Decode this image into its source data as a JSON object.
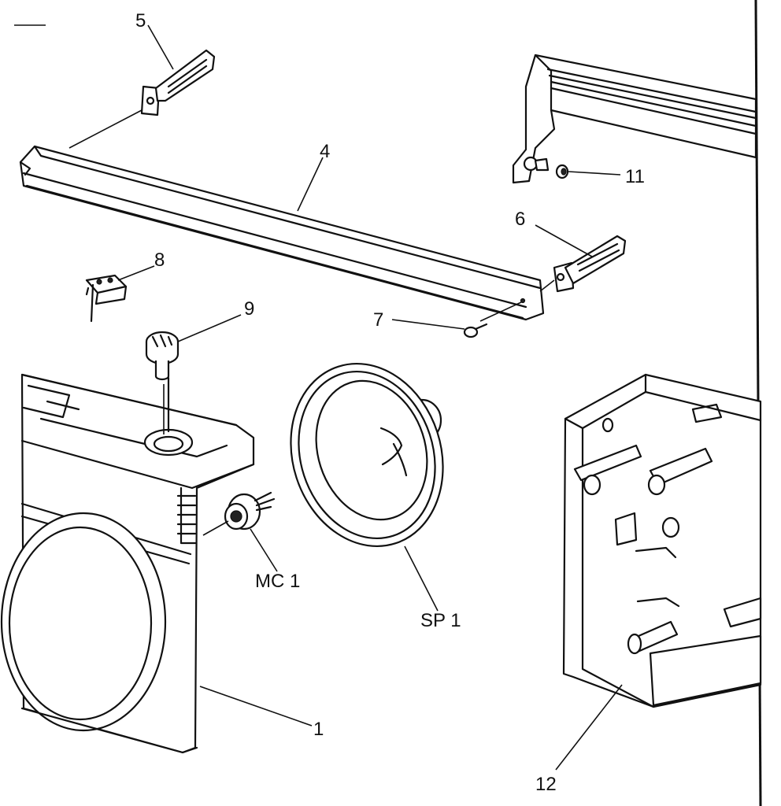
{
  "callouts": {
    "c1": "1",
    "c4": "4",
    "c5": "5",
    "c6": "6",
    "c7": "7",
    "c8": "8",
    "c9": "9",
    "c11": "11",
    "c12": "12",
    "mc1": "MC 1",
    "sp1": "SP 1"
  },
  "colors": {
    "ink": "#111111",
    "paper": "#ffffff"
  }
}
